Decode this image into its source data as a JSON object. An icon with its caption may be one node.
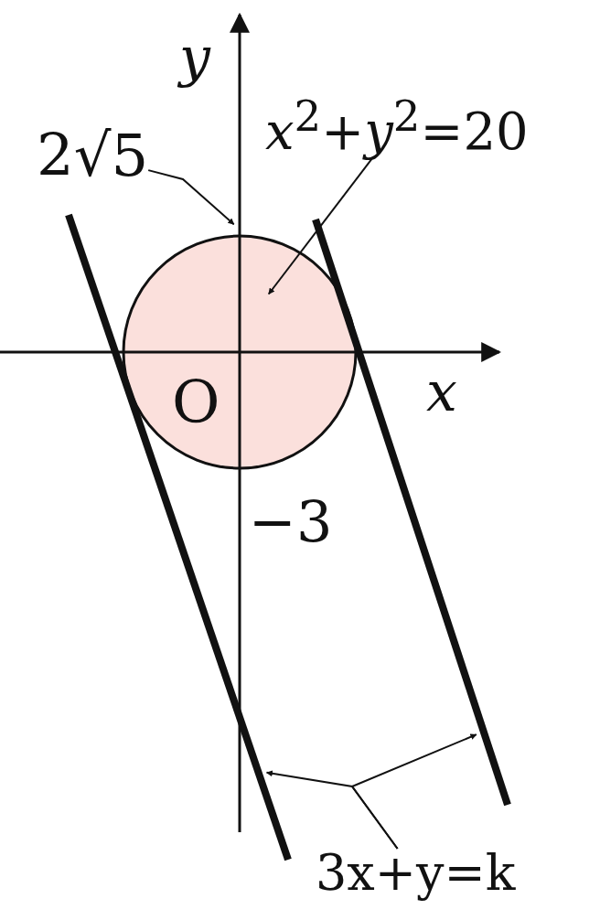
{
  "diagram": {
    "nodes": [
      {
        "text": [
          "2√5"
        ]
      },
      {
        "text": [
          "*x*$^{2}$+*y*$^{2}$=20"
        ]
      },
      {
        "text": [],
        "shape": "circle"
      },
      {
        "text": [],
        "shape": "line"
      },
      {
        "text": [],
        "shape": "line"
      },
      {
        "text": [
          "3x+y=k"
        ]
      }
    ],
    "edges": [
      {
        "from": 0,
        "to": 2,
        "arrow": "to"
      },
      {
        "from": 1,
        "to": 2,
        "arrow": "to"
      },
      {
        "from": 5,
        "to": 3,
        "arrow": "to"
      },
      {
        "from": 5,
        "to": 4,
        "arrow": "to"
      }
    ],
    "labels": [
      "y",
      "x",
      "O",
      "−3"
    ]
  }
}
